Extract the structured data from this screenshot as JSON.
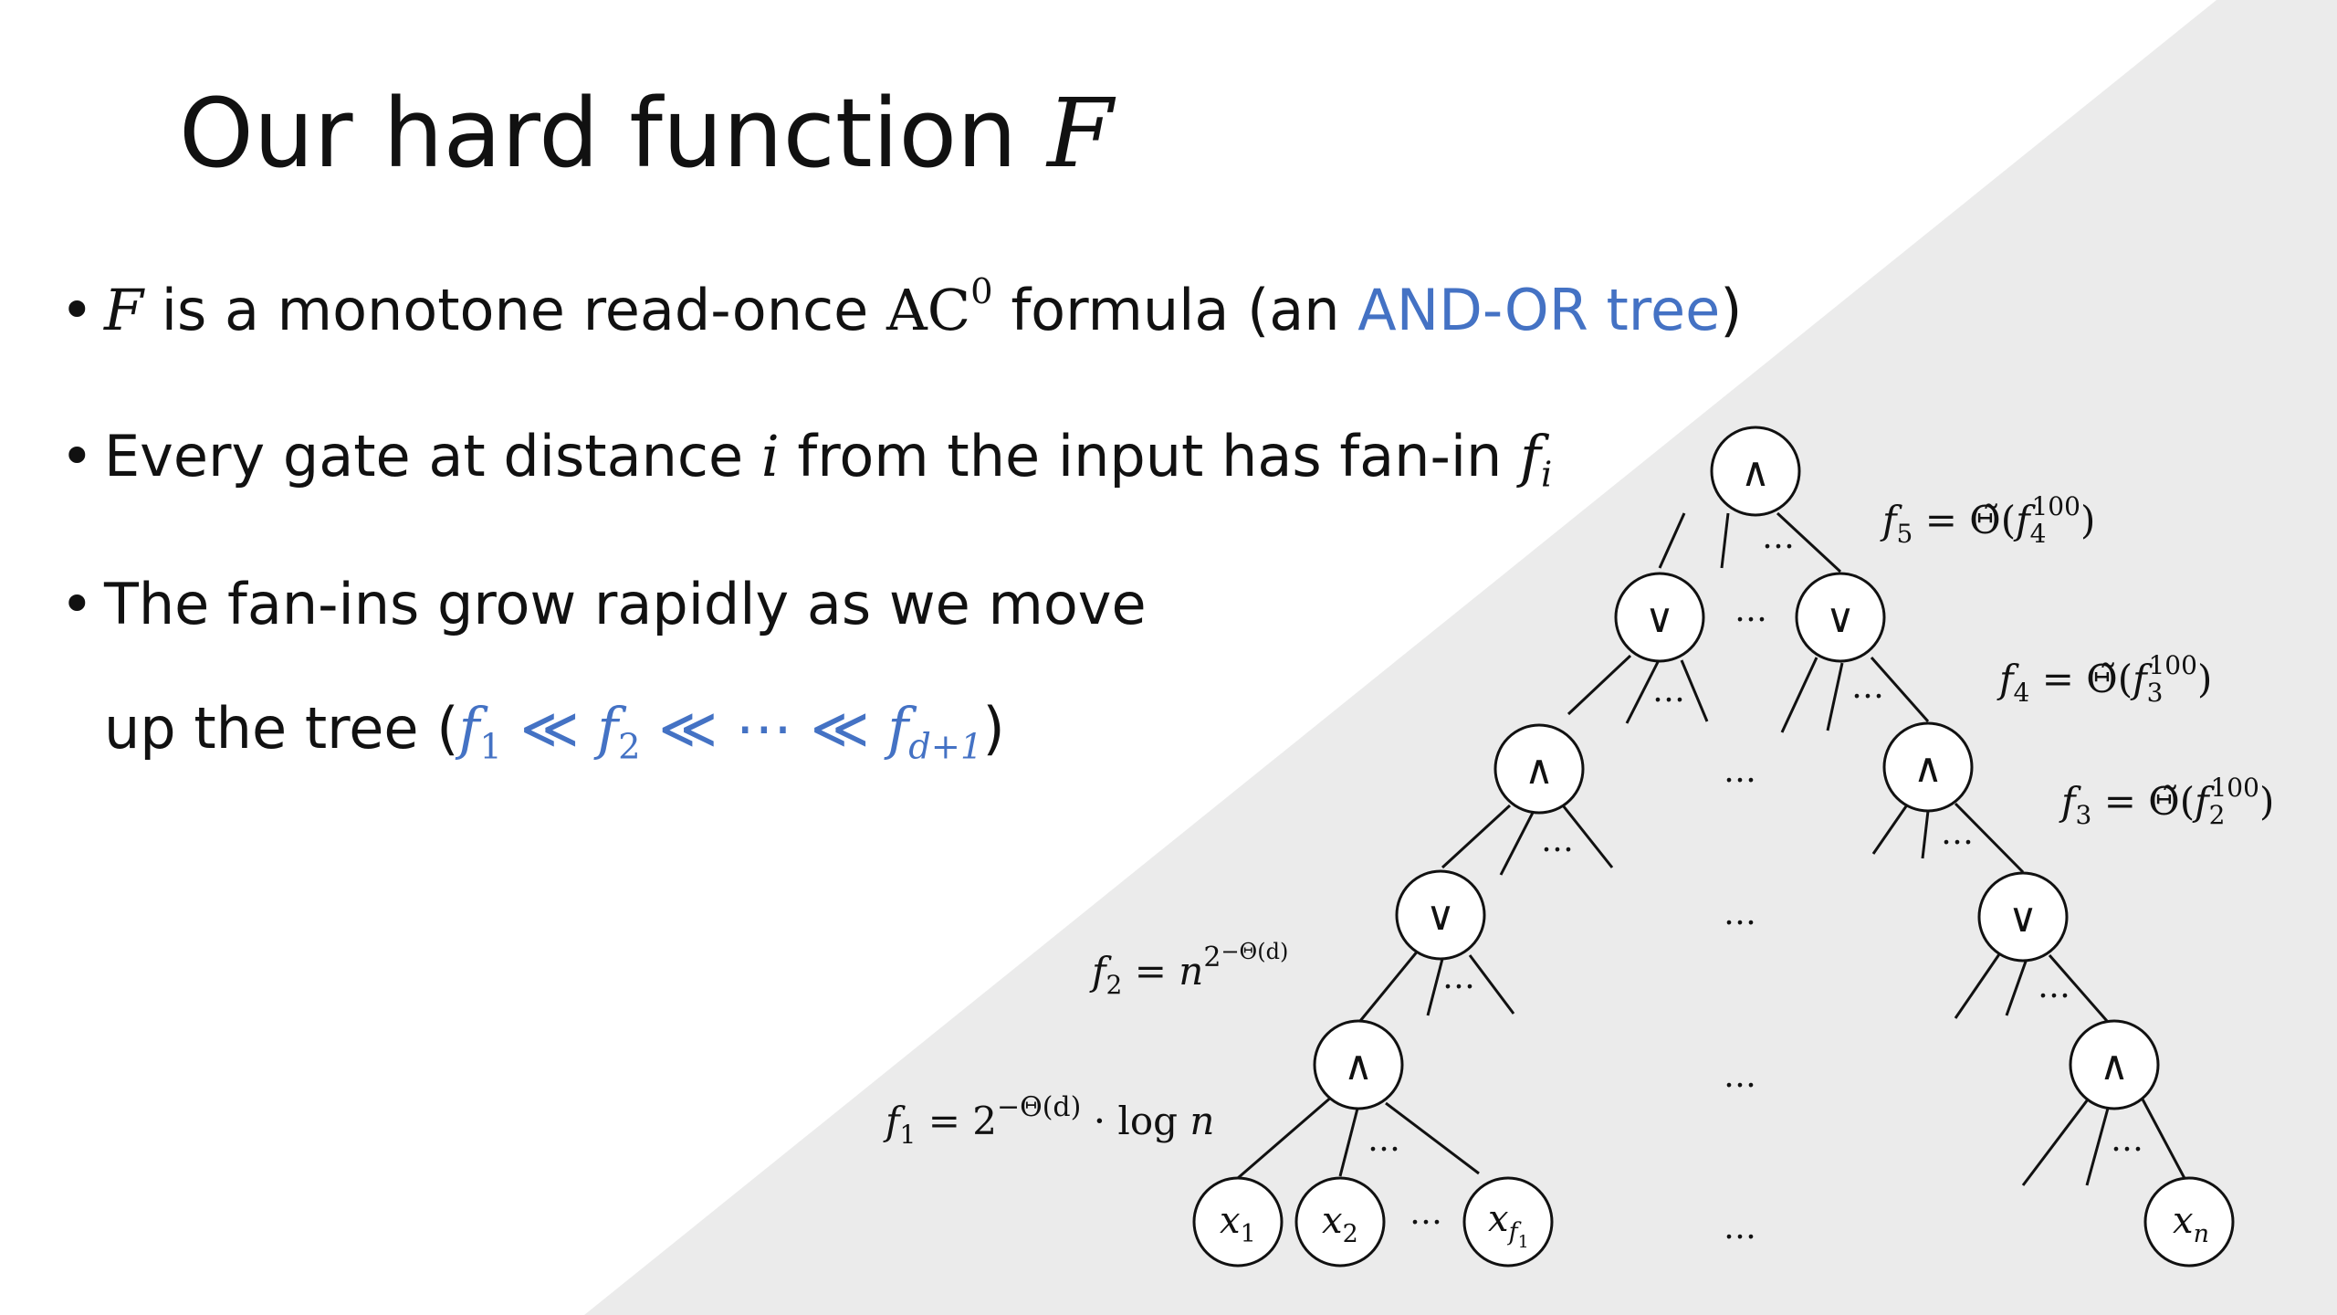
{
  "slide": {
    "title_text": "Our hard function ",
    "title_var": "F"
  },
  "bullets": [
    {
      "var": "F",
      "text_a": " is a monotone read-once ",
      "ac": "AC",
      "ac_sup": "0",
      "text_b": " formula (an ",
      "link": "AND-OR tree",
      "text_c": ")"
    },
    {
      "text_a": "Every gate at distance ",
      "var": "i",
      "text_b": " from the input has fan-in ",
      "f": "f",
      "f_sub": "i"
    },
    {
      "line1": "The fan-ins grow rapidly as we move",
      "line2_a": "up the tree (",
      "seq": [
        {
          "f": "f",
          "sub": "1"
        },
        {
          "op": " ≪ "
        },
        {
          "f": "f",
          "sub": "2"
        },
        {
          "op": " ≪ ⋯ ≪ "
        },
        {
          "f": "f",
          "sub": "d+1"
        }
      ],
      "line2_b": ")"
    }
  ],
  "tree": {
    "and_symbol": "∧",
    "or_symbol": "∨",
    "ellipsis": "…",
    "leaves": [
      {
        "var": "x",
        "sub": "1"
      },
      {
        "var": "x",
        "sub": "2"
      },
      {
        "var": "x",
        "sub": "f",
        "subsub": "1"
      },
      {
        "var": "x",
        "sub": "n"
      }
    ],
    "labels": {
      "f5": {
        "f": "f",
        "sub": "5",
        "eq": " = ",
        "theta": "Θ̃",
        "open": "(",
        "inner_f": "f",
        "inner_sub": "4",
        "inner_sup": "100",
        "close": ")"
      },
      "f4": {
        "f": "f",
        "sub": "4",
        "eq": " = ",
        "theta": "Θ̃",
        "open": "(",
        "inner_f": "f",
        "inner_sub": "3",
        "inner_sup": "100",
        "close": ")"
      },
      "f3": {
        "f": "f",
        "sub": "3",
        "eq": " = ",
        "theta": "Θ̃",
        "open": "(",
        "inner_f": "f",
        "inner_sub": "2",
        "inner_sup": "100",
        "close": ")"
      },
      "f2": {
        "f": "f",
        "sub": "2",
        "eq": " = ",
        "base": "n",
        "sup": "2",
        "supsup": "−Θ(d)"
      },
      "f1": {
        "f": "f",
        "sub": "1",
        "eq": " = 2",
        "sup": "−Θ(d)",
        "tail": " · log ",
        "n": "n"
      }
    }
  }
}
